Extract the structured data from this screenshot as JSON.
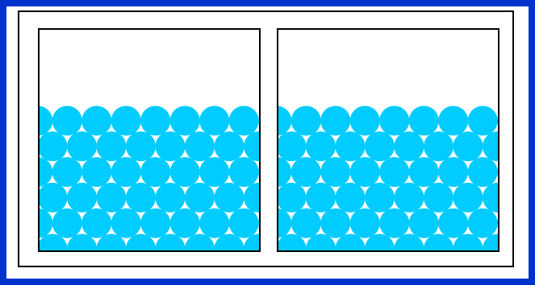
{
  "colors": {
    "frame": "#0033cc",
    "particle": "#00ccff",
    "container_border": "#000000",
    "background": "#ffffff"
  },
  "containers": [
    {
      "name": "left-container",
      "particle_rows": 6,
      "particle_cols": 8,
      "arrangement": "hexagonal-packed"
    },
    {
      "name": "right-container",
      "particle_rows": 6,
      "particle_cols": 8,
      "arrangement": "hexagonal-packed"
    }
  ]
}
